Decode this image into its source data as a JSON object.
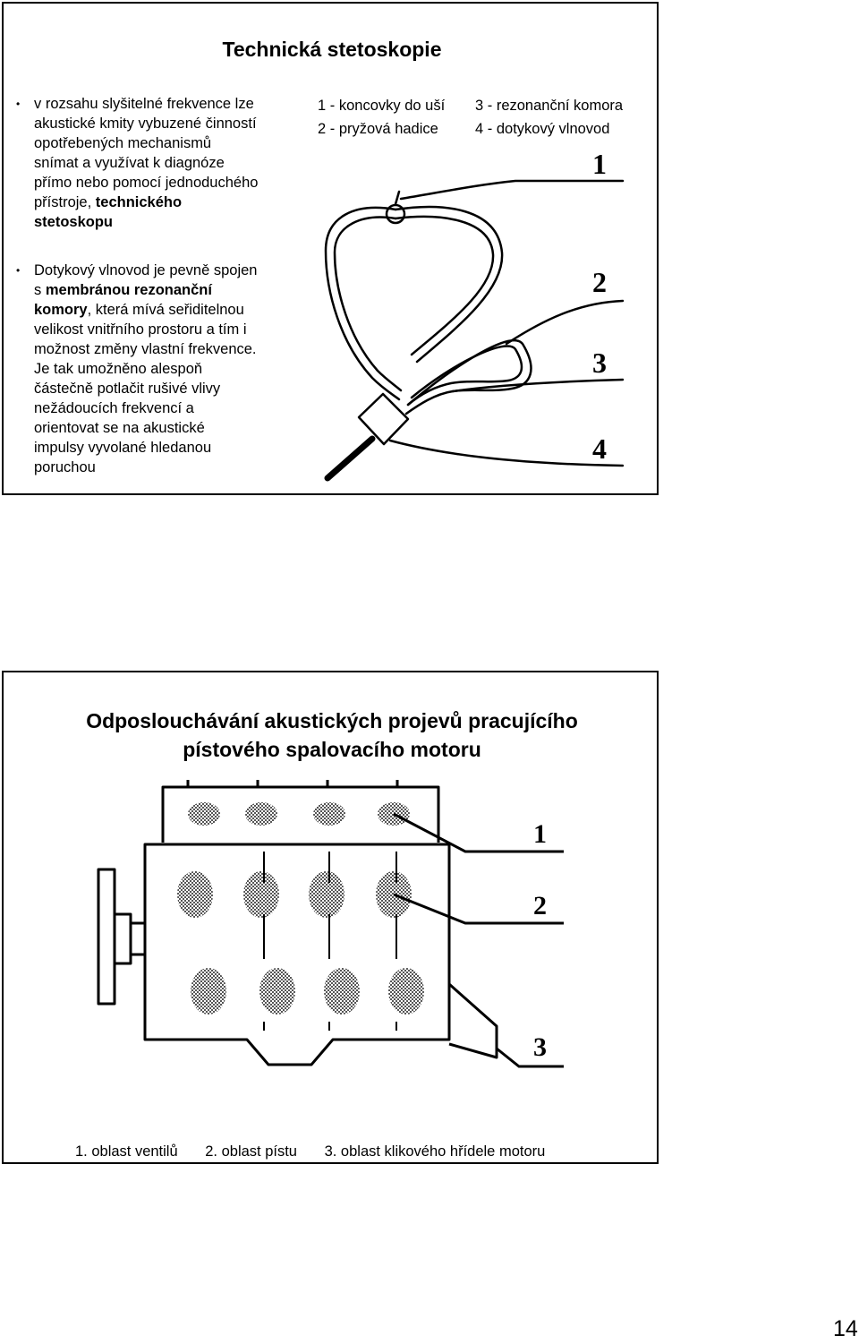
{
  "slide1": {
    "title": "Technická stetoskopie",
    "bullet1_lines": [
      "v rozsahu slyšitelné frekvence lze",
      "akustické kmity vybuzené činností",
      "opotřebených mechanismů",
      "snímat a využívat k diagnóze",
      "přímo nebo pomocí jednoduchého"
    ],
    "bullet1_line6_plain": "přístroje, ",
    "bullet1_line6_bold": "technického",
    "bullet1_line7_bold": "stetoskopu",
    "bullet2_l1": "Dotykový vlnovod je pevně spojen",
    "bullet2_l2_plain": "s ",
    "bullet2_l2_bold": "membránou rezonanční",
    "bullet2_l3_bold": "komory",
    "bullet2_l3_plain": ", která mívá seřiditelnou",
    "bullet2_rest": [
      "velikost vnitřního prostoru a tím i",
      "možnost změny vlastní frekvence.",
      "Je tak umožněno alespoň",
      "částečně potlačit rušivé vlivy",
      "nežádoucích frekvencí a",
      "orientovat se na akustické",
      "impulsy vyvolané hledanou",
      "poruchou"
    ],
    "legend": {
      "item1": "1 - koncovky do uší",
      "item2": "2 - pryžová hadice",
      "item3": "3 - rezonanční komora",
      "item4": "4 - dotykový vlnovod"
    },
    "diagram_labels": [
      "1",
      "2",
      "3",
      "4"
    ]
  },
  "slide2": {
    "title_line1": "Odposlouchávání akustických projevů pracujícího",
    "title_line2": "pístového spalovacího motoru",
    "diagram_labels": [
      "1",
      "2",
      "3"
    ],
    "captions": [
      "1. oblast ventilů",
      "2. oblast pístu",
      "3. oblast klikového hřídele motoru"
    ]
  },
  "page_number": "14"
}
